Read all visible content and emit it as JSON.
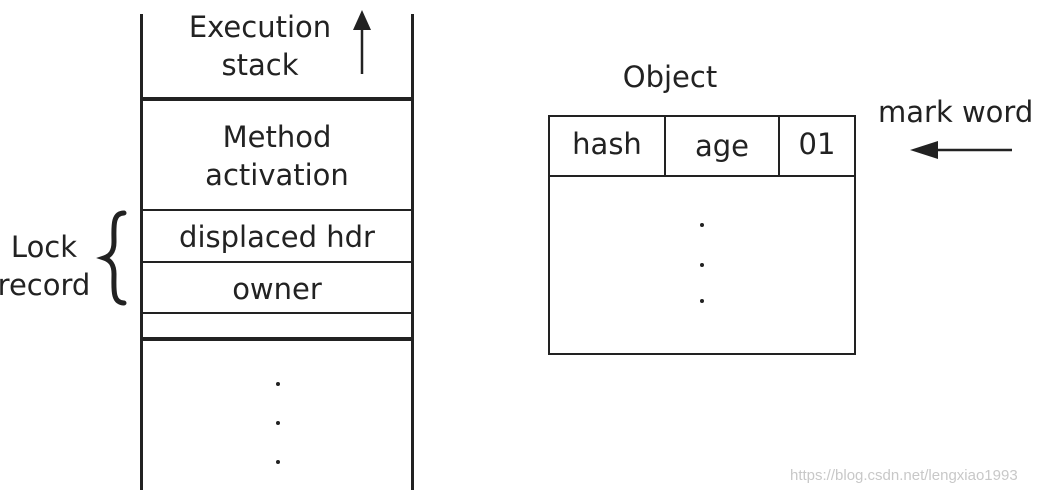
{
  "stack": {
    "top_label": [
      "Execution",
      "stack"
    ],
    "method_label": [
      "Method",
      "activation"
    ],
    "displaced_hdr": "displaced hdr",
    "owner": "owner"
  },
  "lock_record_label": [
    "Lock",
    "record"
  ],
  "object": {
    "title": "Object",
    "cells": [
      "hash",
      "age",
      "01"
    ]
  },
  "mark_word_label": "mark word",
  "watermark": "https://blog.csdn.net/lengxiao1993"
}
